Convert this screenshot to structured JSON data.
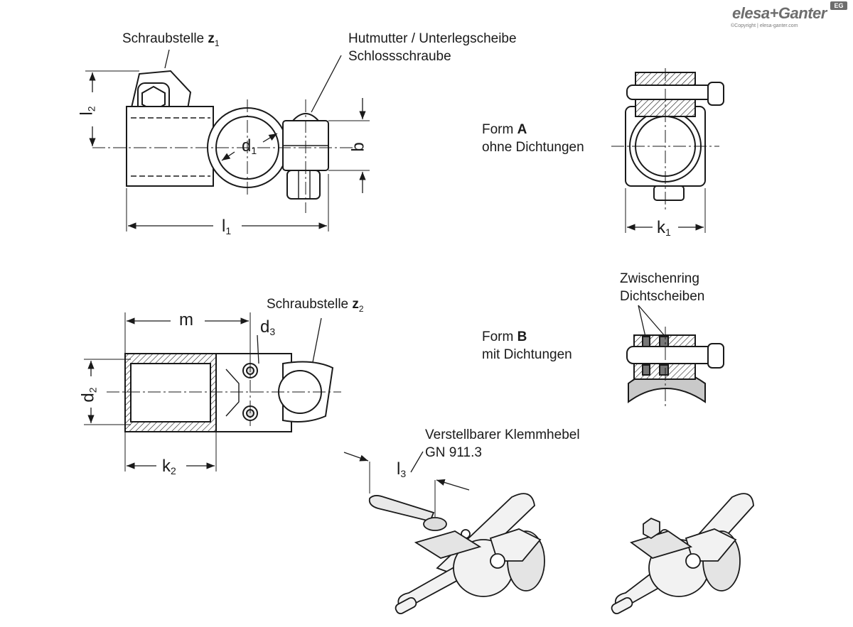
{
  "brand": {
    "name": "elesa+Ganter",
    "badge": "EG",
    "copyright": "©Copyright | elesa-ganter.com"
  },
  "labels": {
    "screw_z1_text": "Schraubstelle ",
    "screw_z1_sym": "z",
    "screw_z1_sub": "1",
    "screw_z2_text": "Schraubstelle ",
    "screw_z2_sym": "z",
    "screw_z2_sub": "2",
    "hutmutter_line1": "Hutmutter / Unterlegscheibe",
    "hutmutter_line2": "Schlossschraube",
    "form_a_prefix": "Form ",
    "form_a_letter": "A",
    "form_a_desc": "ohne Dichtungen",
    "form_b_prefix": "Form ",
    "form_b_letter": "B",
    "form_b_desc": "mit Dichtungen",
    "zwischenring": "Zwischenring",
    "dichtscheiben": "Dichtscheiben",
    "lever_line1": "Verstellbarer Klemmhebel",
    "lever_line2": "GN 911.3"
  },
  "dimensions": {
    "l1": {
      "sym": "l",
      "sub": "1"
    },
    "l2": {
      "sym": "l",
      "sub": "2"
    },
    "l3": {
      "sym": "l",
      "sub": "3"
    },
    "d1": {
      "sym": "d",
      "sub": "1"
    },
    "d2": {
      "sym": "d",
      "sub": "2"
    },
    "d3": {
      "sym": "d",
      "sub": "3"
    },
    "b": {
      "sym": "b"
    },
    "k1": {
      "sym": "k",
      "sub": "1"
    },
    "k2": {
      "sym": "k",
      "sub": "2"
    },
    "m": {
      "sym": "m"
    }
  },
  "colors": {
    "line": "#1a1a1a",
    "fill_light": "#f2f2f2",
    "fill_shade": "#c9c9c9",
    "fill_dark": "#777777",
    "brand_gray": "#6d6d6d"
  }
}
